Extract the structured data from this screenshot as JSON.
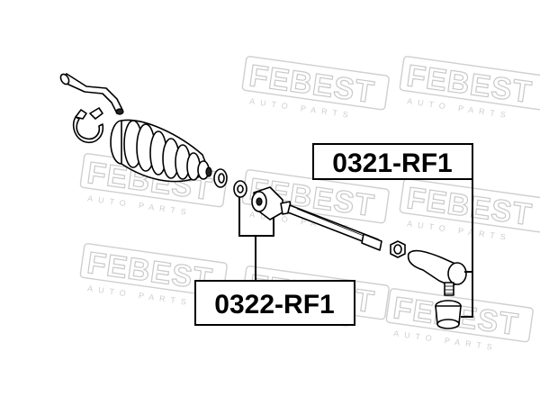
{
  "watermark": {
    "brand": "FEBEST",
    "subtitle": "AUTO PARTS"
  },
  "labels": [
    {
      "id": "tie-rod-end",
      "text": "0321-RF1"
    },
    {
      "id": "tie-rod",
      "text": "0322-RF1"
    }
  ]
}
